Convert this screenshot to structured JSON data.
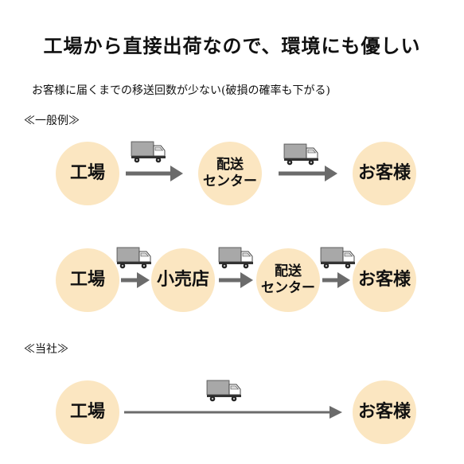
{
  "title": "工場から直接出荷なので、環境にも優しい",
  "subtitle": "お客様に届くまでの移送回数が少ない(破損の確率も下がる)",
  "sections": {
    "general": {
      "label": "≪一般例≫"
    },
    "company": {
      "label": "≪当社≫"
    }
  },
  "nodes": {
    "factory": "工場",
    "distribution_line1": "配送",
    "distribution_line2": "センター",
    "retailer": "小売店",
    "customer": "お客様"
  },
  "colors": {
    "node_fill": "#fbe6c1",
    "arrow": "#6b6b6b",
    "truck_body": "#9a9a9a",
    "truck_cab": "#ffffff",
    "text": "#111111"
  },
  "icons": [
    "truck-icon"
  ]
}
